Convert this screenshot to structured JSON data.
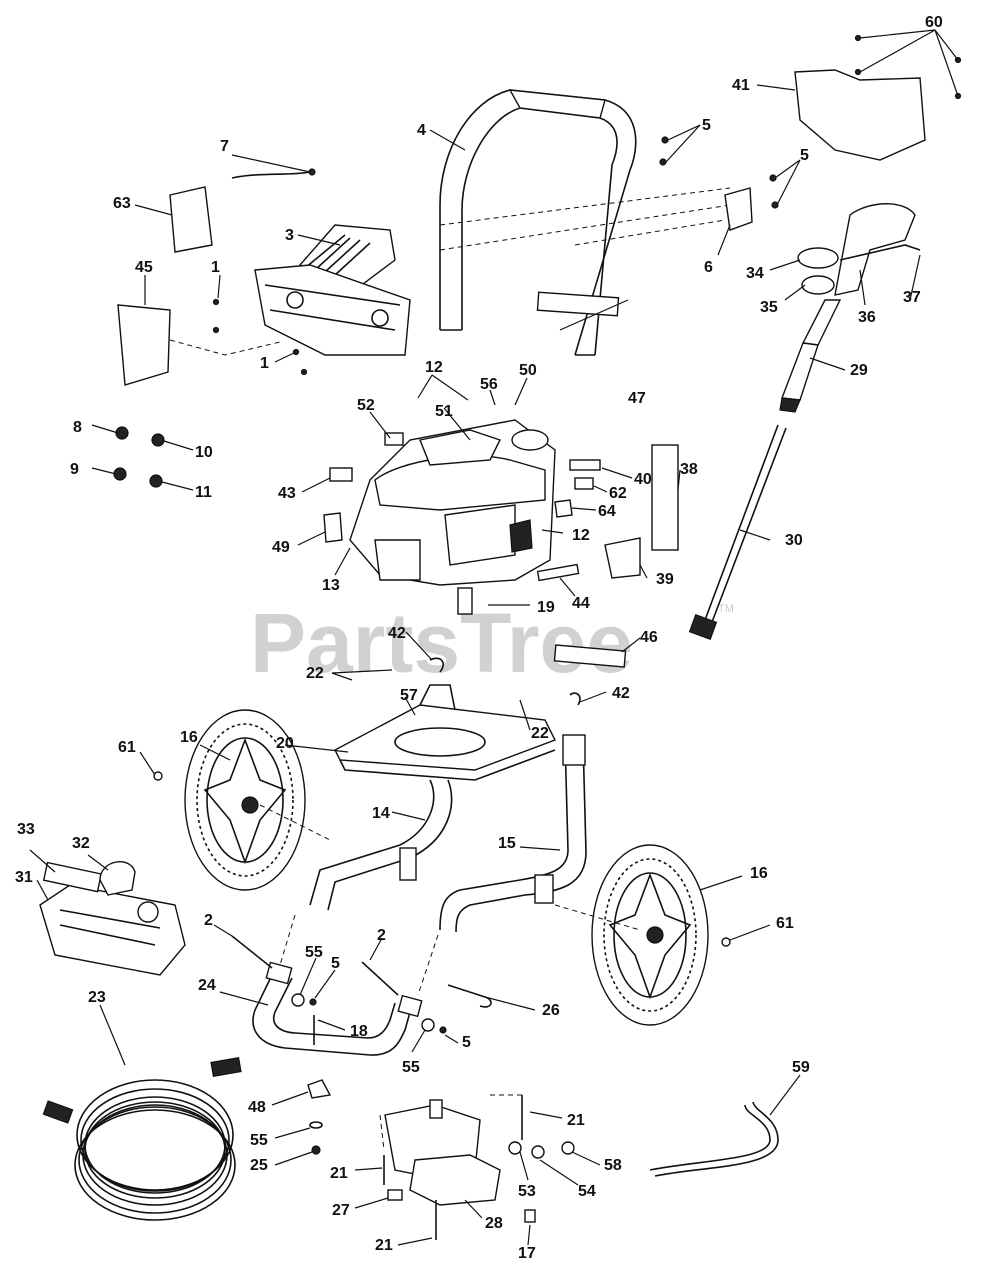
{
  "watermark": {
    "text": "PartsTree",
    "mark": "TM"
  },
  "callouts": [
    {
      "id": "c60",
      "label": "60"
    },
    {
      "id": "c41",
      "label": "41"
    },
    {
      "id": "c4",
      "label": "4"
    },
    {
      "id": "c5a",
      "label": "5"
    },
    {
      "id": "c5b",
      "label": "5"
    },
    {
      "id": "c7",
      "label": "7"
    },
    {
      "id": "c63",
      "label": "63"
    },
    {
      "id": "c3",
      "label": "3"
    },
    {
      "id": "c6",
      "label": "6"
    },
    {
      "id": "c34",
      "label": "34"
    },
    {
      "id": "c37",
      "label": "37"
    },
    {
      "id": "c35",
      "label": "35"
    },
    {
      "id": "c36",
      "label": "36"
    },
    {
      "id": "c45",
      "label": "45"
    },
    {
      "id": "c1a",
      "label": "1"
    },
    {
      "id": "c1b",
      "label": "1"
    },
    {
      "id": "c29",
      "label": "29"
    },
    {
      "id": "c12a",
      "label": "12"
    },
    {
      "id": "c56",
      "label": "56"
    },
    {
      "id": "c50",
      "label": "50"
    },
    {
      "id": "c52",
      "label": "52"
    },
    {
      "id": "c51",
      "label": "51"
    },
    {
      "id": "c47",
      "label": "47"
    },
    {
      "id": "c8",
      "label": "8"
    },
    {
      "id": "c10",
      "label": "10"
    },
    {
      "id": "c9",
      "label": "9"
    },
    {
      "id": "c11",
      "label": "11"
    },
    {
      "id": "c40",
      "label": "40"
    },
    {
      "id": "c38",
      "label": "38"
    },
    {
      "id": "c43",
      "label": "43"
    },
    {
      "id": "c62",
      "label": "62"
    },
    {
      "id": "c64",
      "label": "64"
    },
    {
      "id": "c12b",
      "label": "12"
    },
    {
      "id": "c30",
      "label": "30"
    },
    {
      "id": "c49",
      "label": "49"
    },
    {
      "id": "c13",
      "label": "13"
    },
    {
      "id": "c39",
      "label": "39"
    },
    {
      "id": "c44",
      "label": "44"
    },
    {
      "id": "c19",
      "label": "19"
    },
    {
      "id": "c42a",
      "label": "42"
    },
    {
      "id": "c46",
      "label": "46"
    },
    {
      "id": "c22a",
      "label": "22"
    },
    {
      "id": "c57",
      "label": "57"
    },
    {
      "id": "c42b",
      "label": "42"
    },
    {
      "id": "c22b",
      "label": "22"
    },
    {
      "id": "c16a",
      "label": "16"
    },
    {
      "id": "c20",
      "label": "20"
    },
    {
      "id": "c61a",
      "label": "61"
    },
    {
      "id": "c14",
      "label": "14"
    },
    {
      "id": "c33",
      "label": "33"
    },
    {
      "id": "c32",
      "label": "32"
    },
    {
      "id": "c15",
      "label": "15"
    },
    {
      "id": "c16b",
      "label": "16"
    },
    {
      "id": "c31",
      "label": "31"
    },
    {
      "id": "c61b",
      "label": "61"
    },
    {
      "id": "c2a",
      "label": "2"
    },
    {
      "id": "c2b",
      "label": "2"
    },
    {
      "id": "c55a",
      "label": "55"
    },
    {
      "id": "c5c",
      "label": "5"
    },
    {
      "id": "c24",
      "label": "24"
    },
    {
      "id": "c26",
      "label": "26"
    },
    {
      "id": "c23",
      "label": "23"
    },
    {
      "id": "c18",
      "label": "18"
    },
    {
      "id": "c5d",
      "label": "5"
    },
    {
      "id": "c55b",
      "label": "55"
    },
    {
      "id": "c59",
      "label": "59"
    },
    {
      "id": "c48",
      "label": "48"
    },
    {
      "id": "c21a",
      "label": "21"
    },
    {
      "id": "c55c",
      "label": "55"
    },
    {
      "id": "c58",
      "label": "58"
    },
    {
      "id": "c25",
      "label": "25"
    },
    {
      "id": "c21b",
      "label": "21"
    },
    {
      "id": "c53",
      "label": "53"
    },
    {
      "id": "c54",
      "label": "54"
    },
    {
      "id": "c27",
      "label": "27"
    },
    {
      "id": "c28",
      "label": "28"
    },
    {
      "id": "c17",
      "label": "17"
    },
    {
      "id": "c21c",
      "label": "21"
    }
  ]
}
